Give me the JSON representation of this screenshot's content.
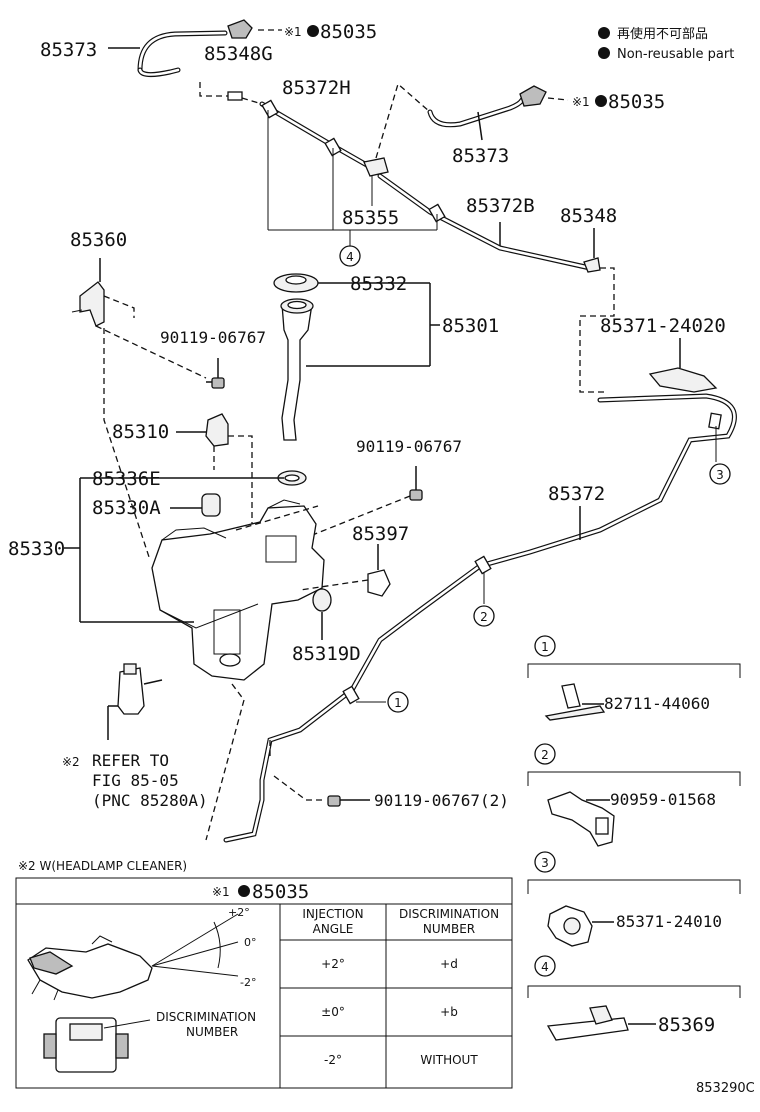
{
  "legend": {
    "nonreusable_jp": "再使用不可部品",
    "nonreusable_en": "Non-reusable part"
  },
  "callouts": {
    "p85373_a": "85373",
    "p85035_a_mark": "※1",
    "p85035_a": "85035",
    "p85348G": "85348G",
    "p85372H": "85372H",
    "p85035_b_mark": "※1",
    "p85035_b": "85035",
    "p85373_b": "85373",
    "p85355": "85355",
    "p85372B": "85372B",
    "p85348": "85348",
    "p85360": "85360",
    "p85332": "85332",
    "p85301": "85301",
    "p90119_a": "90119-06767",
    "p85371_24020": "85371-24020",
    "p85310": "85310",
    "p90119_b": "90119-06767",
    "p85336E": "85336E",
    "p85330A": "85330A",
    "p85372": "85372",
    "p85330": "85330",
    "p85397": "85397",
    "p85319D": "85319D",
    "p90119_c": "90119-06767(2)"
  },
  "refer": {
    "mark": "※2",
    "line1": "REFER TO",
    "line2": "FIG 85-05",
    "line3": "(PNC 85280A)"
  },
  "circle_refs": [
    "1",
    "2",
    "3",
    "4"
  ],
  "detail_boxes": [
    {
      "num": "1",
      "part": "82711-44060"
    },
    {
      "num": "2",
      "part": "90959-01568"
    },
    {
      "num": "3",
      "part": "85371-24010"
    },
    {
      "num": "4",
      "part": "85369"
    }
  ],
  "table": {
    "caption": "※2 W(HEADLAMP CLEANER)",
    "title_mark": "※1",
    "title_part": "85035",
    "angle_plus": "+2°",
    "angle_zero": "0°",
    "angle_minus": "-2°",
    "discrimination_label_1": "DISCRIMINATION",
    "discrimination_label_2": "NUMBER",
    "col1_line1": "INJECTION",
    "col1_line2": "ANGLE",
    "col2_line1": "DISCRIMINATION",
    "col2_line2": "NUMBER",
    "rows": [
      {
        "angle": "+2°",
        "number": "+d"
      },
      {
        "angle": "±0°",
        "number": "+b"
      },
      {
        "angle": "-2°",
        "number": "WITHOUT"
      }
    ]
  },
  "figure_id": "853290C"
}
